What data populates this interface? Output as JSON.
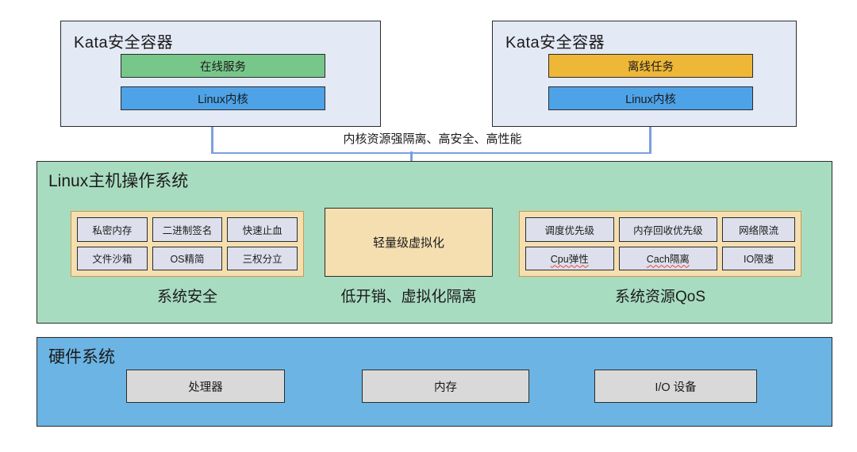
{
  "diagram": {
    "containers": [
      {
        "title": "Kata安全容器",
        "workload": {
          "label": "在线服务",
          "color": "#78c78a"
        },
        "kernel": {
          "label": "Linux内核",
          "color": "#4ea3e8"
        }
      },
      {
        "title": "Kata安全容器",
        "workload": {
          "label": "离线任务",
          "color": "#eeb737"
        },
        "kernel": {
          "label": "Linux内核",
          "color": "#4ea3e8"
        }
      }
    ],
    "connector": {
      "label": "内核资源强隔离、高安全、高性能",
      "color": "#7b9fe0"
    },
    "host": {
      "title": "Linux主机操作系统",
      "color": "#a8dcc0",
      "sections": [
        {
          "caption": "系统安全",
          "type": "chips",
          "rows": [
            [
              "私密内存",
              "二进制签名",
              "快速止血"
            ],
            [
              "文件沙箱",
              "OS精简",
              "三权分立"
            ]
          ]
        },
        {
          "caption": "低开销、虚拟化隔离",
          "type": "single",
          "label": "轻量级虚拟化"
        },
        {
          "caption": "系统资源QoS",
          "type": "chips",
          "rows": [
            [
              "调度优先级",
              "内存回收优先级",
              "网络限流"
            ],
            [
              "Cpu弹性",
              "Cach隔离",
              "IO限速"
            ]
          ],
          "misspelled": [
            "Cpu",
            "Cach"
          ]
        }
      ]
    },
    "hardware": {
      "title": "硬件系统",
      "color": "#6cb4e4",
      "boxes": [
        "处理器",
        "内存",
        "I/O 设备"
      ]
    }
  }
}
